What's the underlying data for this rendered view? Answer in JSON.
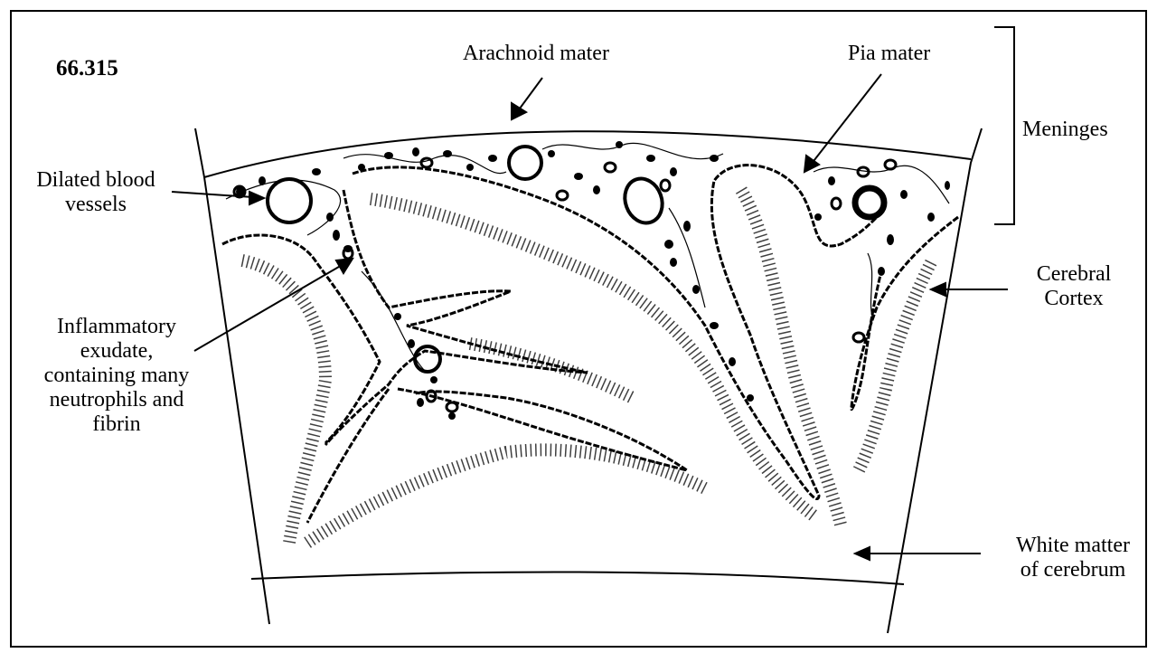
{
  "figure": {
    "number": "66.315"
  },
  "labels": {
    "arachnoid": "Arachnoid mater",
    "pia": "Pia mater",
    "meninges": "Meninges",
    "dilated_vessels": "Dilated blood\nvessels",
    "exudate": "Inflammatory\nexudate,\ncontaining many\nneutrophils and\nfibrin",
    "cortex": "Cerebral\nCortex",
    "white_matter": "White matter\nof cerebrum"
  }
}
